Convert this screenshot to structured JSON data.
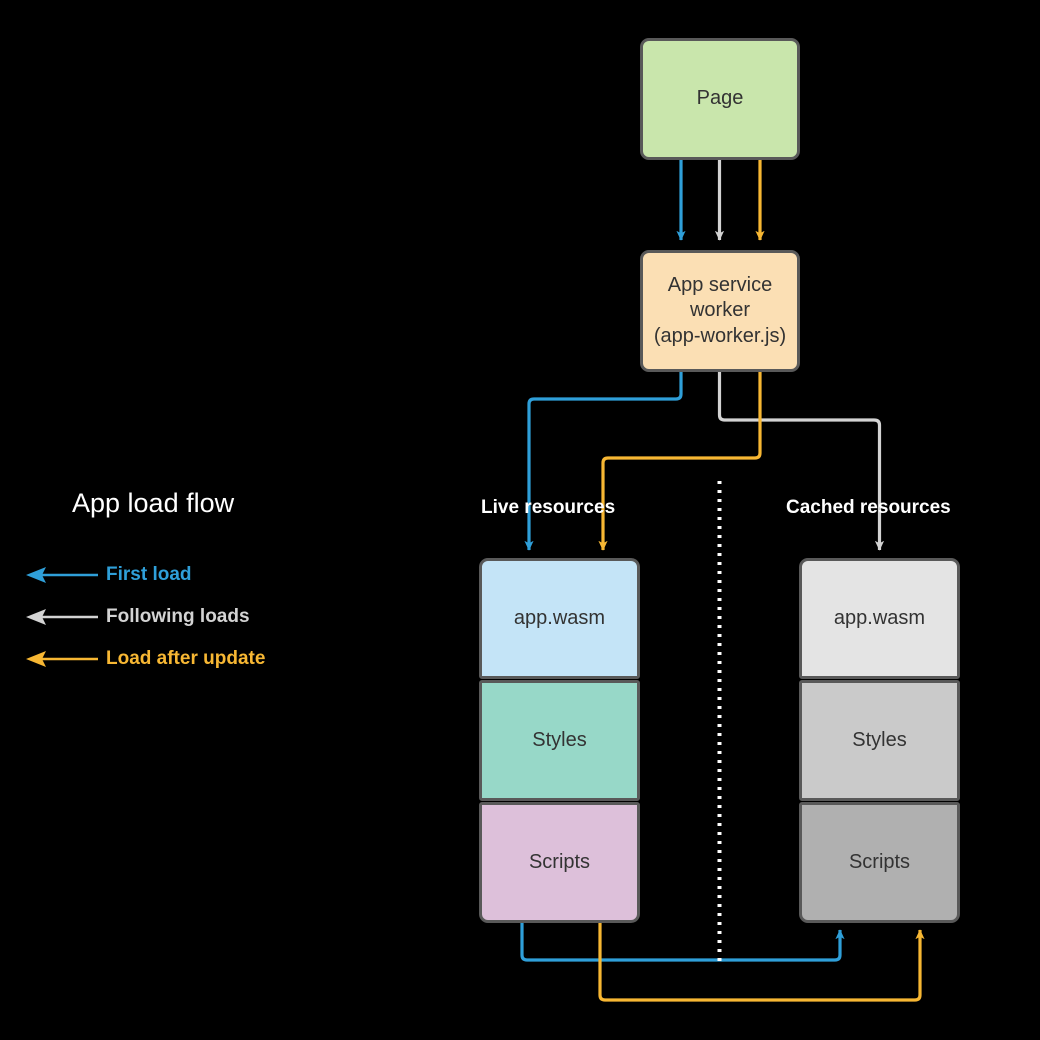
{
  "diagram": {
    "background_color": "#000000",
    "node_border_color": "#595959",
    "node_text_color": "#333333",
    "divider": {
      "name": "dotted-divider",
      "color": "#ffffff",
      "style": "dotted"
    }
  },
  "nodes": {
    "page": {
      "label": "Page",
      "fill": "#c9e6ac"
    },
    "service_worker": {
      "label": "App service\nworker\n(app-worker.js)",
      "line1": "App service",
      "line2": "worker",
      "line3": "(app-worker.js)",
      "fill": "#fbdfb4"
    }
  },
  "columns": [
    {
      "key": "live",
      "label": "Live resources",
      "items": [
        {
          "label": "app.wasm",
          "fill": "#c4e4f7"
        },
        {
          "label": "Styles",
          "fill": "#97d8c8"
        },
        {
          "label": "Scripts",
          "fill": "#ddc0da"
        }
      ]
    },
    {
      "key": "cached",
      "label": "Cached resources",
      "items": [
        {
          "label": "app.wasm",
          "fill": "#e4e4e4"
        },
        {
          "label": "Styles",
          "fill": "#cacaca"
        },
        {
          "label": "Scripts",
          "fill": "#b0b0b0"
        }
      ]
    }
  ],
  "legend": {
    "title": "App load flow",
    "entries": [
      {
        "label": "First load",
        "color": "#2f9fd9"
      },
      {
        "label": "Following loads",
        "color": "#d3d3d3"
      },
      {
        "label": "Load after update",
        "color": "#f7b733"
      }
    ]
  },
  "flow_colors": {
    "first_load": "#2f9fd9",
    "following_loads": "#d3d3d3",
    "load_after_update": "#f7b733"
  }
}
